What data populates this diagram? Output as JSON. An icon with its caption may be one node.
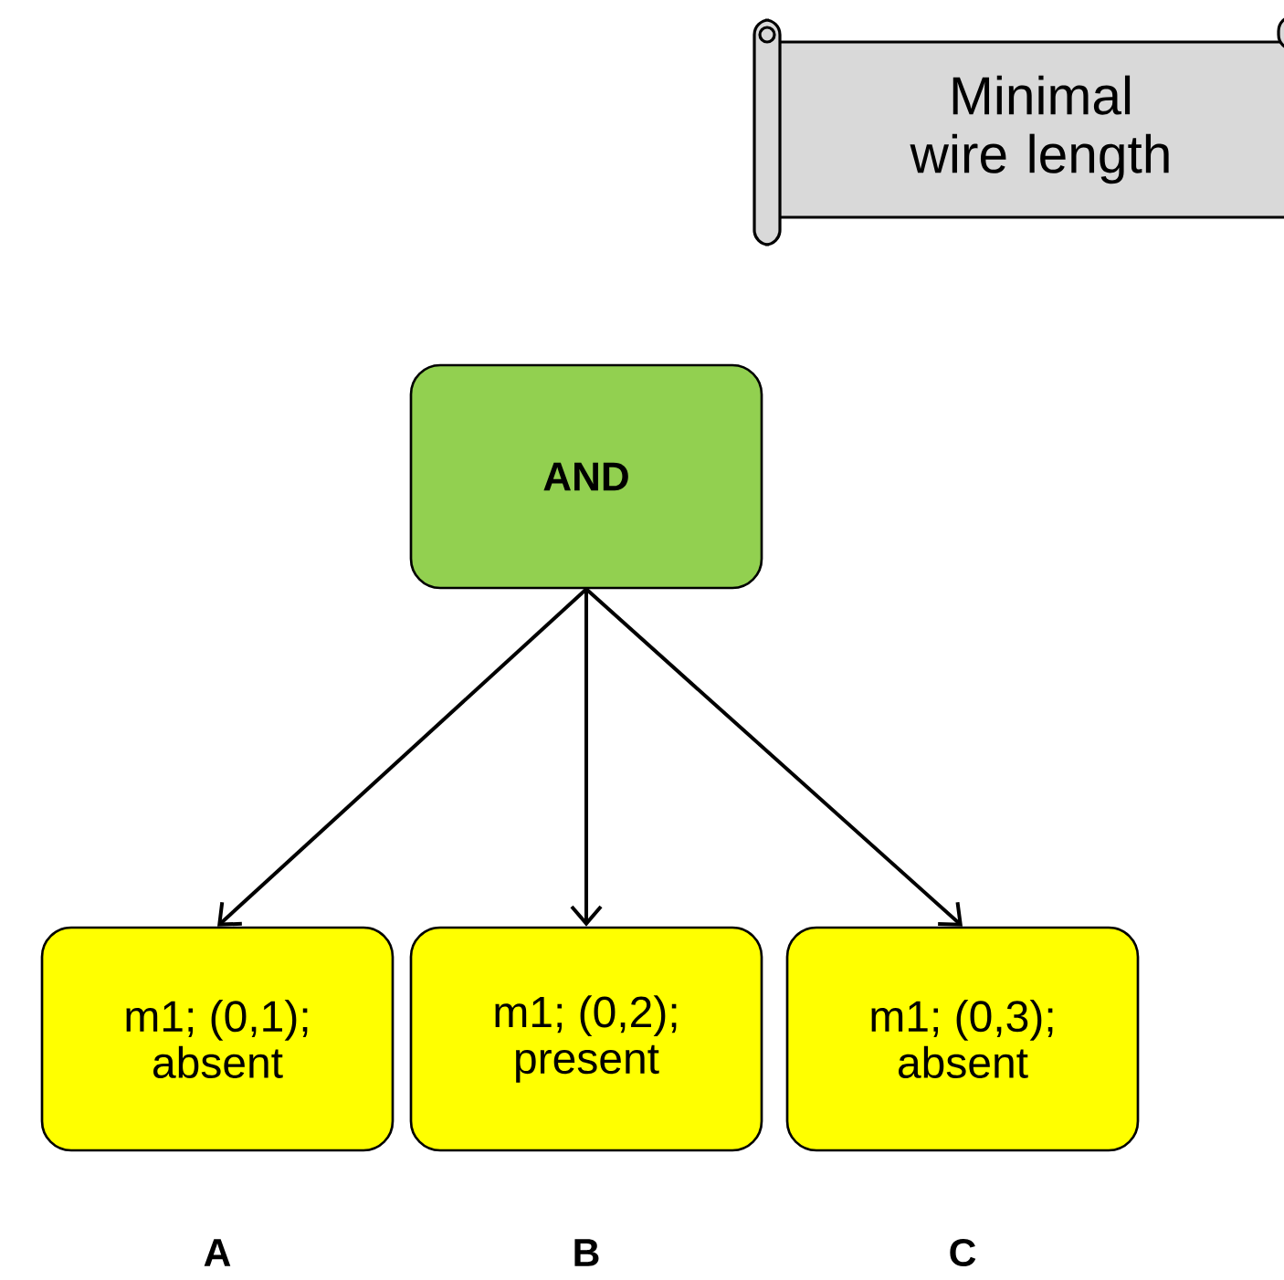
{
  "diagram": {
    "nodes": [
      {
        "text": [
          "Minimal wire length"
        ]
      },
      {
        "text": [
          "AND"
        ]
      },
      {
        "text": [
          "m1; (0,1);",
          "absent"
        ]
      },
      {
        "text": [
          "m1; (0,2);",
          "present"
        ]
      },
      {
        "text": [
          "m1; (0,3);",
          "absent"
        ]
      }
    ],
    "edges": [
      {
        "from": 1,
        "to": 2,
        "arrow": "to"
      },
      {
        "from": 1,
        "to": 3,
        "arrow": "to"
      },
      {
        "from": 1,
        "to": 4,
        "arrow": "to"
      }
    ],
    "labels": [
      "A",
      "B",
      "C"
    ]
  }
}
